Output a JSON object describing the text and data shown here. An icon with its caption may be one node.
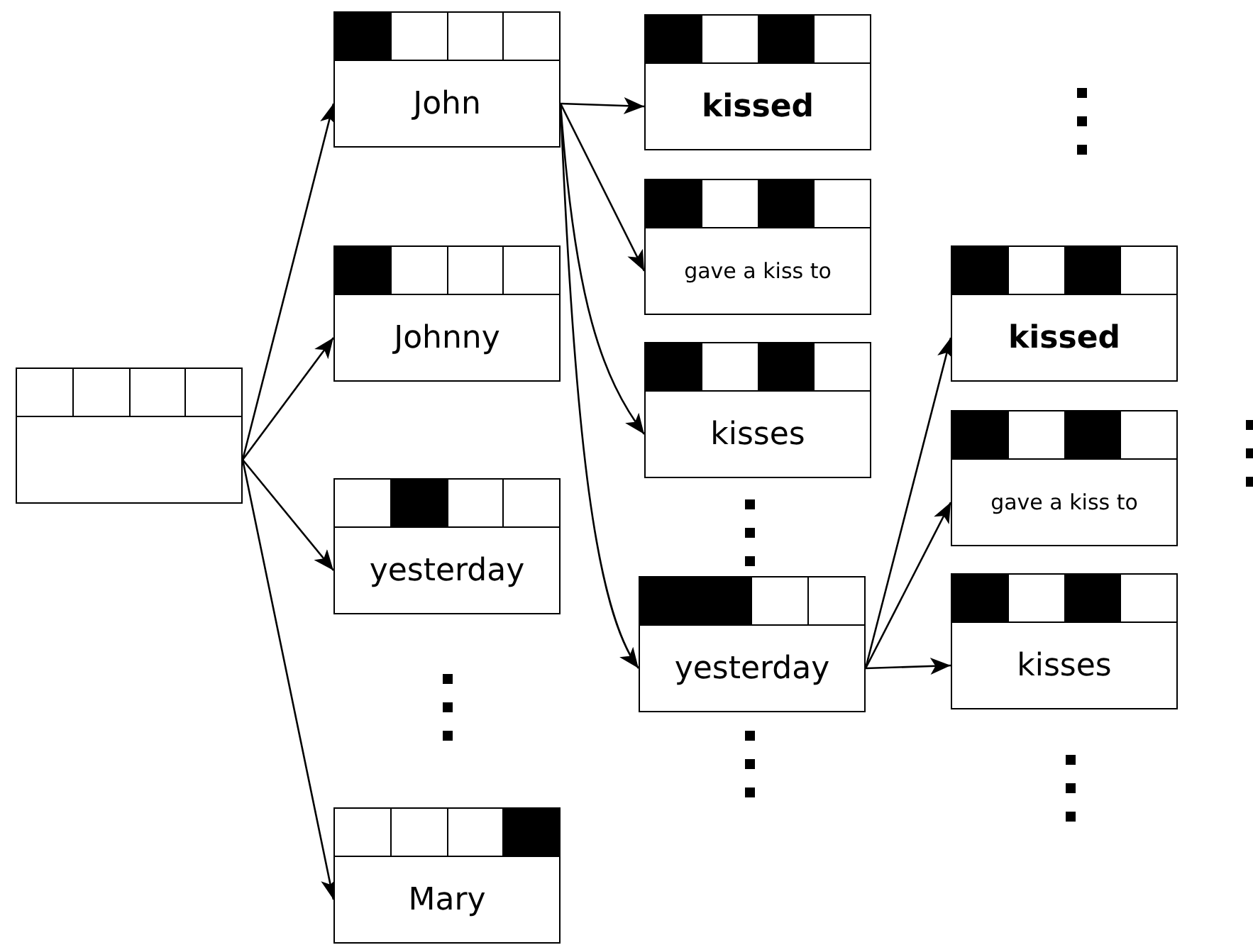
{
  "diagram": {
    "nodes": [
      {
        "text": [],
        "shape": "box"
      },
      {
        "text": [
          "John"
        ]
      },
      {
        "text": [
          "Johnny"
        ]
      },
      {
        "text": [
          "yesterday"
        ]
      },
      {
        "text": [
          "Mary"
        ]
      },
      {
        "text": [
          "kissed"
        ]
      },
      {
        "text": [
          "gave a kiss to"
        ]
      },
      {
        "text": [
          "kisses"
        ]
      },
      {
        "text": [
          "yesterday"
        ]
      },
      {
        "text": [
          "kissed"
        ]
      },
      {
        "text": [
          "gave a kiss to"
        ]
      },
      {
        "text": [
          "kisses"
        ]
      }
    ],
    "edges": [
      {
        "from": 0,
        "to": 1,
        "arrow": "to"
      },
      {
        "from": 0,
        "to": 2,
        "arrow": "to"
      },
      {
        "from": 0,
        "to": 3,
        "arrow": "to"
      },
      {
        "from": 0,
        "to": 4,
        "arrow": "to"
      },
      {
        "from": 1,
        "to": 5,
        "arrow": "to"
      },
      {
        "from": 1,
        "to": 6,
        "arrow": "to"
      },
      {
        "from": 1,
        "to": 7,
        "arrow": "to"
      },
      {
        "from": 1,
        "to": 8,
        "arrow": "to"
      },
      {
        "from": 8,
        "to": 9,
        "arrow": "to"
      },
      {
        "from": 8,
        "to": 10,
        "arrow": "to"
      },
      {
        "from": 8,
        "to": 11,
        "arrow": "to"
      }
    ]
  }
}
